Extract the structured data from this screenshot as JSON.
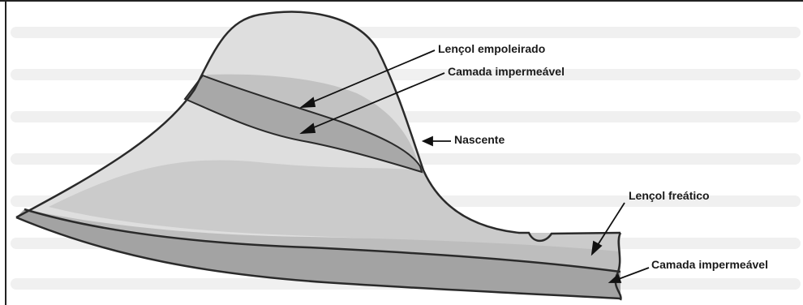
{
  "labels": {
    "perched_water_table": "Lençol empoleirado",
    "impermeable_layer_top": "Camada impermeável",
    "spring": "Nascente",
    "water_table": "Lençol freático",
    "impermeable_layer_bottom": "Camada impermeável"
  },
  "colors": {
    "hill_light": "#dcdcdc",
    "hill_mid": "#c4c4c4",
    "impermeable": "#a5a5a5",
    "outline": "#2a2a2a",
    "background_text": "#efefef"
  }
}
